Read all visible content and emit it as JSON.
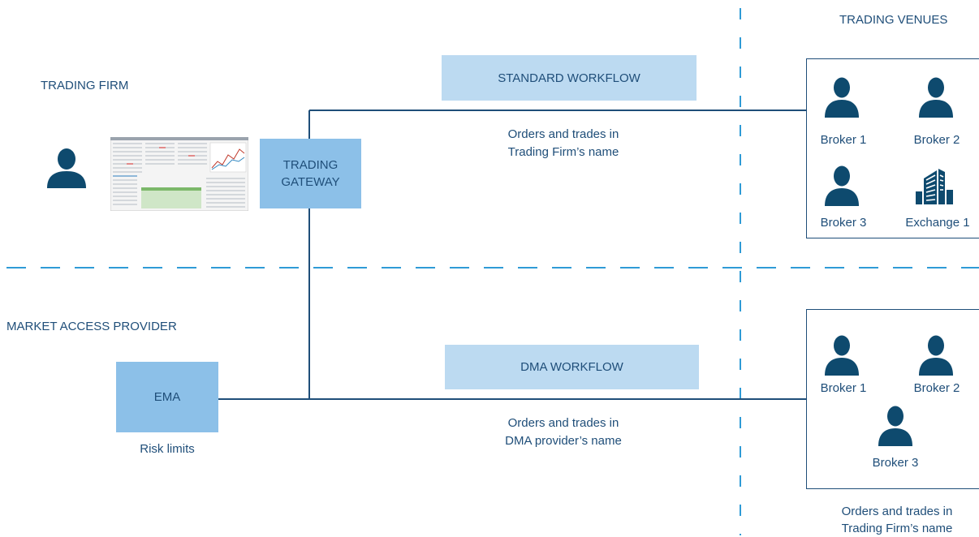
{
  "colors": {
    "line": "#1f4e79",
    "divider": "#2f9bd6",
    "bar_fill": "#bcdaf1",
    "node_fill": "#8cc0e8",
    "icon": "#0e4a6e"
  },
  "labels": {
    "trading_venues": "TRADING VENUES",
    "trading_firm": "TRADING FIRM",
    "market_access_provider": "MARKET ACCESS PROVIDER"
  },
  "workflows": {
    "standard": {
      "title": "STANDARD WORKFLOW",
      "caption_line1": "Orders and trades in",
      "caption_line2": "Trading Firm’s name"
    },
    "dma": {
      "title": "DMA WORKFLOW",
      "caption_line1": "Orders and trades in",
      "caption_line2": "DMA provider’s name"
    }
  },
  "gateway": {
    "line1": "TRADING",
    "line2": "GATEWAY"
  },
  "ema": {
    "label": "EMA",
    "caption": "Risk limits"
  },
  "venues_top": {
    "broker1": "Broker 1",
    "broker2": "Broker 2",
    "broker3": "Broker 3",
    "exchange1": "Exchange 1"
  },
  "venues_bottom": {
    "broker1": "Broker 1",
    "broker2": "Broker 2",
    "broker3": "Broker 3",
    "caption_line1": "Orders and trades in",
    "caption_line2": "Trading Firm’s name"
  },
  "icons": {
    "trader": "person-icon",
    "screen": "trading-screen-icon",
    "broker": "person-icon",
    "exchange": "building-icon"
  }
}
